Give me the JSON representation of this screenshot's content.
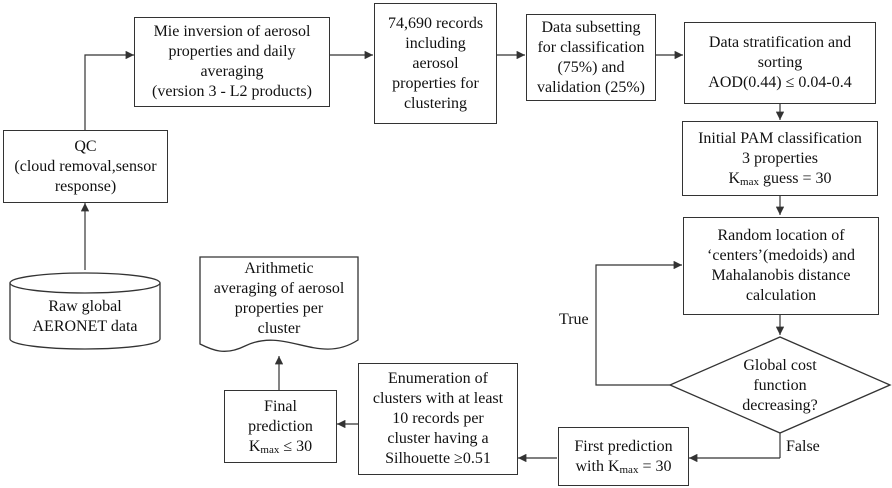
{
  "nodes": {
    "qc": [
      "QC",
      "(cloud removal,sensor",
      "response)"
    ],
    "mie": [
      "Mie inversion of aerosol",
      "properties and daily",
      "averaging",
      "(version 3 - L2 products)"
    ],
    "records": [
      "74,690 records",
      "including",
      "aerosol",
      "properties for",
      "clustering"
    ],
    "subset": [
      "Data subsetting",
      "for classification",
      "(75%) and",
      "validation (25%)"
    ],
    "strat": [
      "Data stratification and",
      "sorting",
      "AOD(0.44) ≤ 0.04-0.4"
    ],
    "pam": {
      "line1": "Initial PAM classification",
      "line2": "3 properties",
      "k_pre": "K",
      "k_sub": "max",
      "k_post": " guess = 30"
    },
    "random": [
      "Random location of",
      "‘centers’(medoids) and",
      "Mahalanobis distance",
      "calculation"
    ],
    "decision": [
      "Global cost",
      "function",
      "decreasing?"
    ],
    "first": {
      "line1": "First prediction",
      "k_pre": "with K",
      "k_sub": "max",
      "k_post": " = 30"
    },
    "enum": [
      "Enumeration of",
      "clusters with at least",
      "10 records per",
      "cluster having a",
      "Silhouette ≥0.51"
    ],
    "final": {
      "line1": "Final",
      "line2": "prediction",
      "k_pre": "K",
      "k_sub": "max",
      "k_post": " ≤ 30"
    },
    "arith": [
      "Arithmetic",
      "averaging of aerosol",
      "properties per",
      "cluster"
    ],
    "raw": [
      "Raw global",
      "AERONET data"
    ]
  },
  "edge_labels": {
    "true": "True",
    "false": "False"
  }
}
